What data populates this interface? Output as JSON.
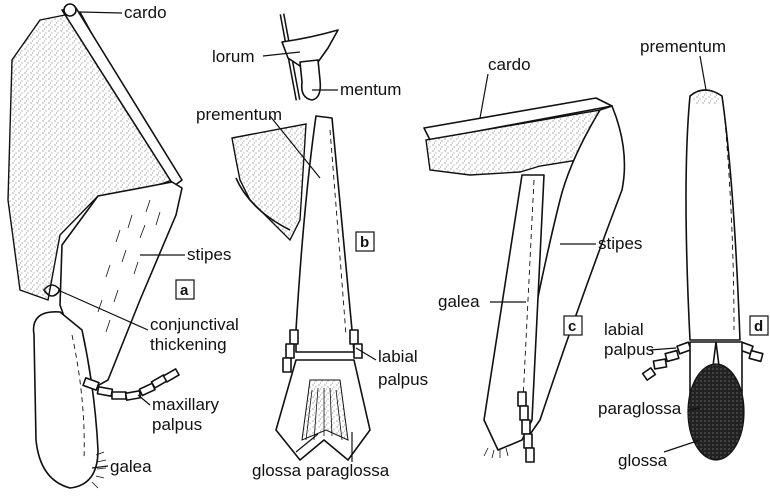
{
  "panels": [
    {
      "id": "a",
      "tag": "a"
    },
    {
      "id": "b",
      "tag": "b"
    },
    {
      "id": "c",
      "tag": "c"
    },
    {
      "id": "d",
      "tag": "d"
    }
  ],
  "labels": {
    "a_cardo": "cardo",
    "a_stipes": "stipes",
    "a_conjunctival_1": "conjunctival",
    "a_conjunctival_2": "thickening",
    "a_maxillary_1": "maxillary",
    "a_maxillary_2": "palpus",
    "a_galea": "galea",
    "b_lorum": "lorum",
    "b_mentum": "mentum",
    "b_prementum": "prementum",
    "b_labial_1": "labial",
    "b_labial_2": "palpus",
    "b_glossa": "glossa",
    "b_paraglossa": "paraglossa",
    "c_cardo": "cardo",
    "c_stipes": "stipes",
    "c_galea": "galea",
    "d_prementum": "prementum",
    "d_labial_1": "labial",
    "d_labial_2": "palpus",
    "d_paraglossa": "paraglossa",
    "d_glossa": "glossa"
  }
}
